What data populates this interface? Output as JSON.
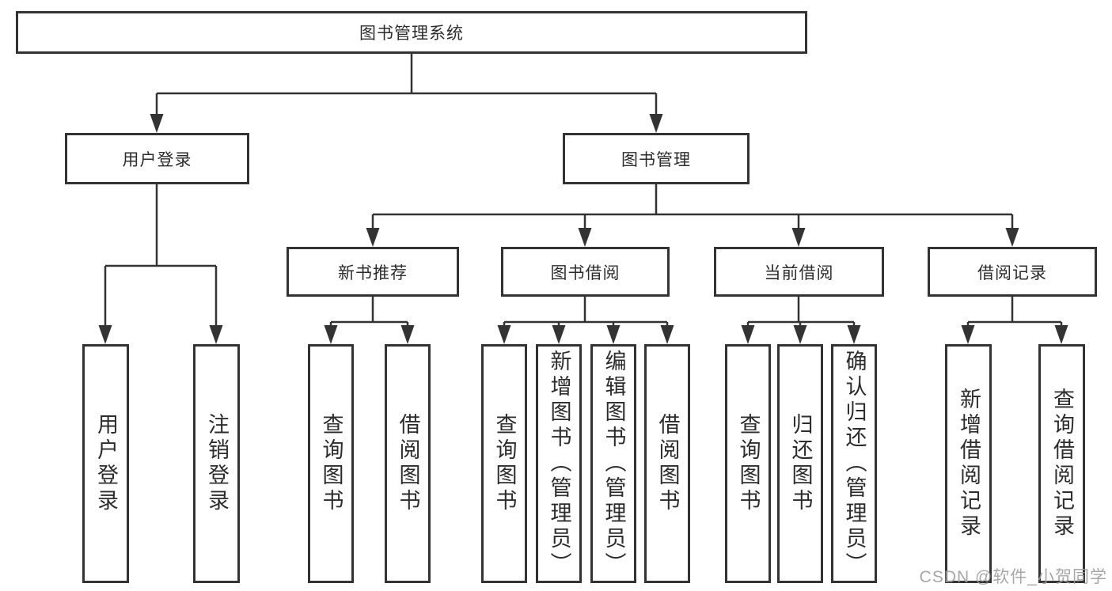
{
  "colors": {
    "line": "#333333",
    "box_border": "#333333",
    "text": "#2c2c2c",
    "watermark": "#9e9e9e",
    "background": "#ffffff"
  },
  "watermark": {
    "text": "CSDN @软件_小贺同学"
  },
  "tree": {
    "root": {
      "label": "图书管理系统",
      "children": [
        {
          "label": "用户登录",
          "children": [
            {
              "label": "用户登录"
            },
            {
              "label": "注销登录"
            }
          ]
        },
        {
          "label": "图书管理",
          "children": [
            {
              "label": "新书推荐",
              "children": [
                {
                  "label": "查询图书"
                },
                {
                  "label": "借阅图书"
                }
              ]
            },
            {
              "label": "图书借阅",
              "children": [
                {
                  "label": "查询图书"
                },
                {
                  "label": "新增图书（管理员）"
                },
                {
                  "label": "编辑图书（管理员）"
                },
                {
                  "label": "借阅图书"
                }
              ]
            },
            {
              "label": "当前借阅",
              "children": [
                {
                  "label": "查询图书"
                },
                {
                  "label": "归还图书"
                },
                {
                  "label": "确认归还（管理员）"
                }
              ]
            },
            {
              "label": "借阅记录",
              "children": [
                {
                  "label": "新增借阅记录"
                },
                {
                  "label": "查询借阅记录"
                }
              ]
            }
          ]
        }
      ]
    }
  }
}
